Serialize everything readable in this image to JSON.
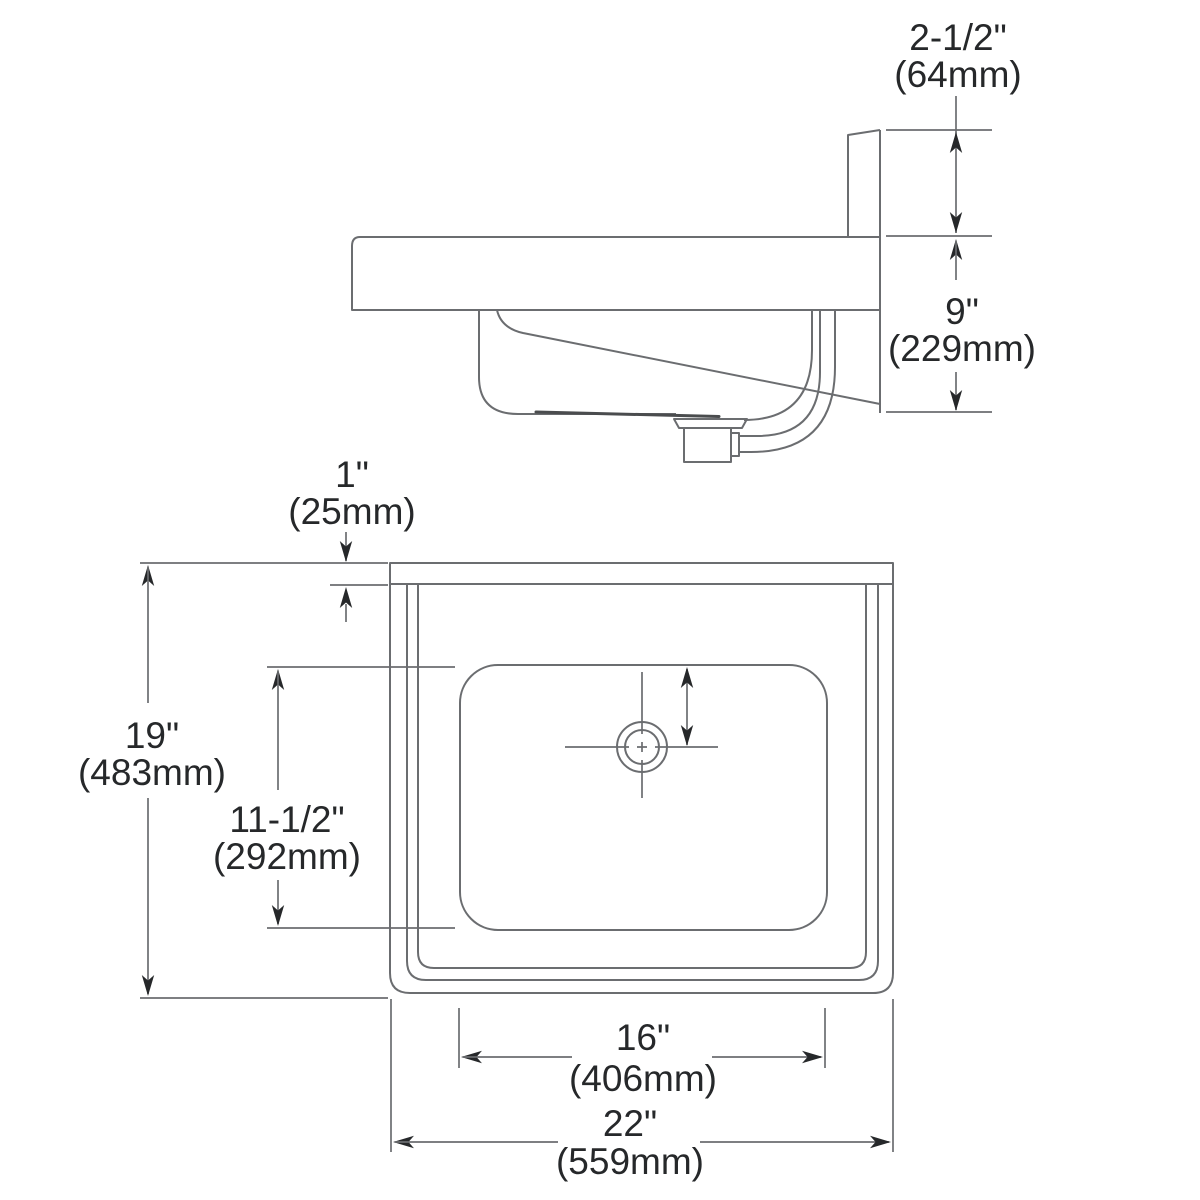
{
  "meta": {
    "drawing_type": "technical dimension drawing",
    "subject": "wall-mounted sink, side elevation and plan views"
  },
  "colors": {
    "background": "#ffffff",
    "line": "#6b6d70",
    "text": "#26282a",
    "arrow": "#26282a"
  },
  "dimensions": {
    "backsplash_height": {
      "in": "2-1/2\"",
      "mm": "(64mm)"
    },
    "wall_depth": {
      "in": "9\"",
      "mm": "(229mm)"
    },
    "rim_lip": {
      "in": "1\"",
      "mm": "(25mm)"
    },
    "overall_depth": {
      "in": "19\"",
      "mm": "(483mm)"
    },
    "bowl_depth": {
      "in": "11-1/2\"",
      "mm": "(292mm)"
    },
    "bowl_width": {
      "in": "16\"",
      "mm": "(406mm)"
    },
    "overall_width": {
      "in": "22\"",
      "mm": "(559mm)"
    }
  }
}
